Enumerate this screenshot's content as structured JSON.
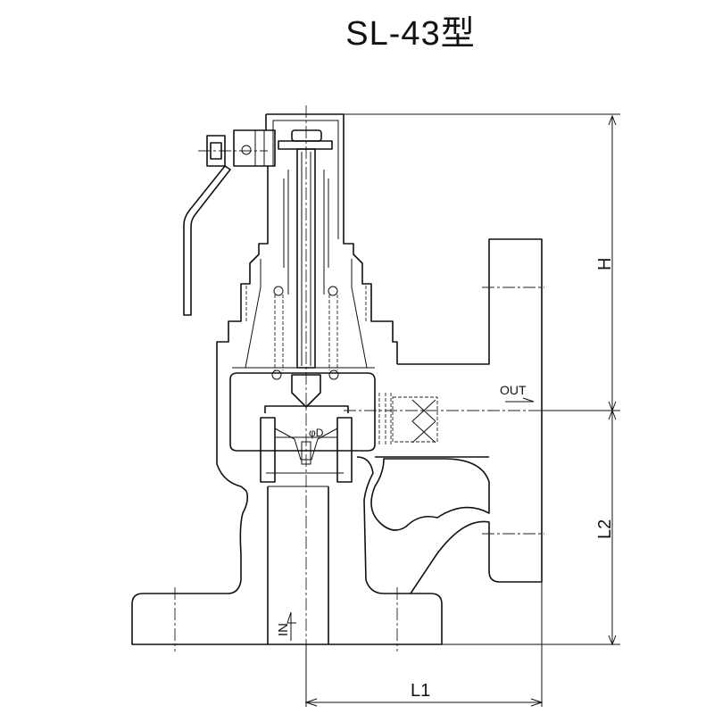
{
  "title": "SL-43型",
  "labels": {
    "height": "H",
    "outlet": "OUT",
    "seat_diameter": "φD",
    "outlet_height": "L2",
    "inlet": "IN",
    "outlet_offset": "L1"
  }
}
